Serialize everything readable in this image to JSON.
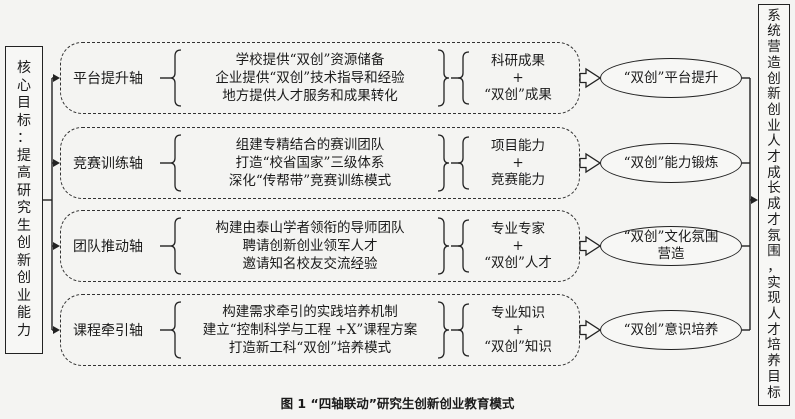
{
  "core_goal": {
    "text": "核心目标：提高研究生创新创业能力",
    "chars": [
      "核",
      "心",
      "目",
      "标",
      "：",
      "提",
      "高",
      "研",
      "究",
      "生",
      "创",
      "新",
      "创",
      "业",
      "能",
      "力"
    ]
  },
  "final_goal": {
    "text": "系统营造创新创业人才成长成才氛围，实现人才培养目标",
    "chars": [
      "系",
      "统",
      "营",
      "造",
      "创",
      "新",
      "创",
      "业",
      "人",
      "才",
      "成",
      "长",
      "成",
      "才",
      "氛",
      "围",
      "，",
      "实",
      "现",
      "人",
      "才",
      "培",
      "养",
      "目",
      "标"
    ]
  },
  "rows": [
    {
      "axis": "平台提升轴",
      "measures": [
        "学校提供“双创”资源储备",
        "企业提供“双创”技术指导和经验",
        "地方提供人才服务和成果转化"
      ],
      "results": [
        "科研成果",
        "+",
        "“双创”成果"
      ],
      "outcome": [
        "“双创”平台提升"
      ]
    },
    {
      "axis": "竞赛训练轴",
      "measures": [
        "组建专精结合的赛训团队",
        "打造“校省国家”三级体系",
        "深化“传帮带”竞赛训练模式"
      ],
      "results": [
        "项目能力",
        "+",
        "竞赛能力"
      ],
      "outcome": [
        "“双创”能力锻炼"
      ]
    },
    {
      "axis": "团队推动轴",
      "measures": [
        "构建由泰山学者领衔的导师团队",
        "聘请创新创业领军人才",
        "邀请知名校友交流经验"
      ],
      "results": [
        "专业专家",
        "+",
        "“双创”人才"
      ],
      "outcome": [
        "“双创”文化氛围",
        "营造"
      ]
    },
    {
      "axis": "课程牵引轴",
      "measures": [
        "构建需求牵引的实践培养机制",
        "建立“控制科学与工程 +X”课程方案",
        "打造新工科“双创”培养模式"
      ],
      "results": [
        "专业知识",
        "+",
        "“双创”知识"
      ],
      "outcome": [
        "“双创”意识培养"
      ]
    }
  ],
  "caption": "图 1 “四轴联动”研究生创新创业教育模式"
}
